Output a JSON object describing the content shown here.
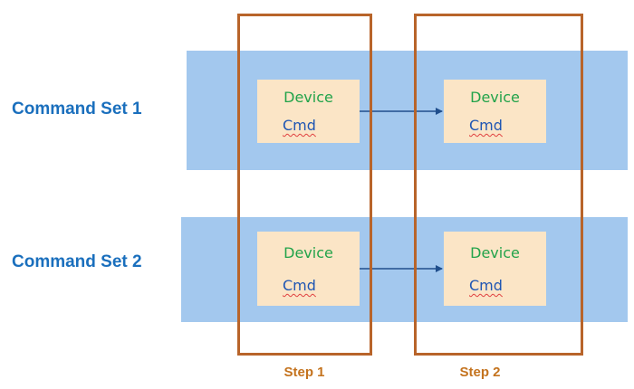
{
  "rows": [
    {
      "label": "Command Set 1"
    },
    {
      "label": "Command Set 2"
    }
  ],
  "boxes": [
    {
      "title": "Device",
      "cmd": "Cmd"
    },
    {
      "title": "Device",
      "cmd": "Cmd"
    },
    {
      "title": "Device",
      "cmd": "Cmd"
    },
    {
      "title": "Device",
      "cmd": "Cmd"
    }
  ],
  "steps": [
    {
      "label": "Step 1"
    },
    {
      "label": "Step 2"
    }
  ],
  "colors": {
    "band": "#a3c8ee",
    "box_fill": "#fbe5c6",
    "row_label": "#1a6fbd",
    "device_text": "#22a34a",
    "cmd_text": "#1f56b3",
    "step_border": "#b8642a",
    "step_label": "#c4731e",
    "arrow": "#1f4e8c"
  }
}
